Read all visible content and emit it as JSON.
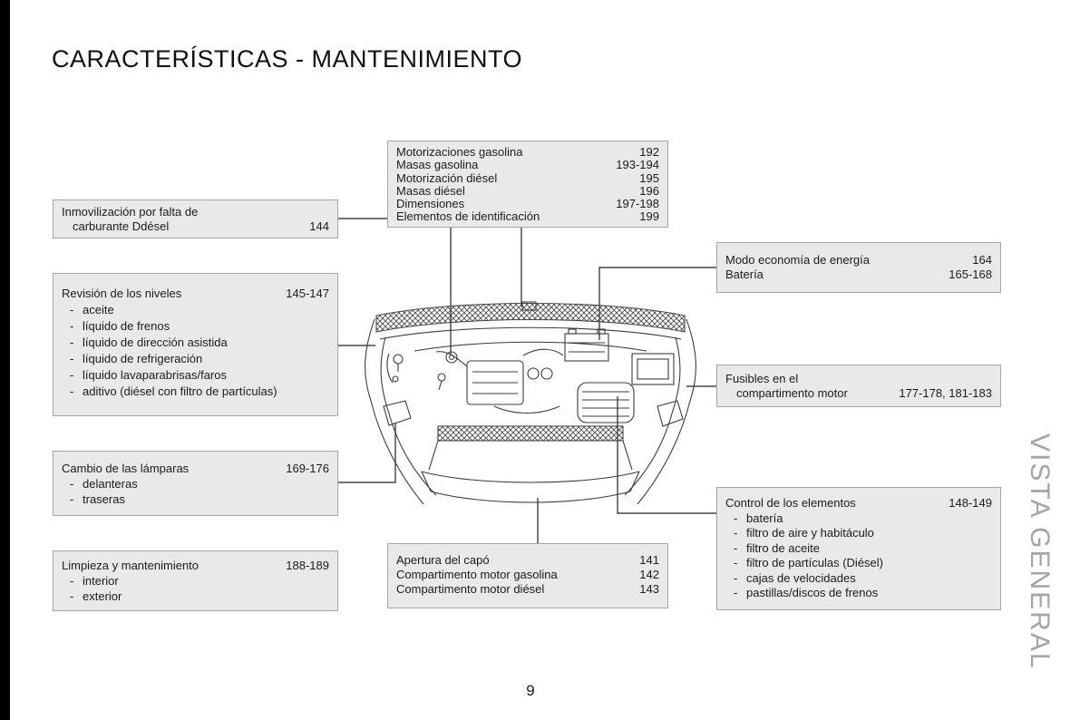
{
  "page": {
    "title": "CARACTERÍSTICAS - MANTENIMIENTO",
    "number": "9",
    "side_label": "VISTA GENERAL"
  },
  "colors": {
    "callout_background": "#e9e9e9",
    "callout_border": "#a6a6a6",
    "side_label_gray": "#a5a5a5",
    "spine_black": "#000000"
  },
  "boxes": {
    "specs": {
      "rows": [
        {
          "label": "Motorizaciones gasolina",
          "pages": "192"
        },
        {
          "label": "Masas gasolina",
          "pages": "193-194"
        },
        {
          "label": "Motorización diésel",
          "pages": "195"
        },
        {
          "label": "Masas diésel",
          "pages": "196"
        },
        {
          "label": "Dimensiones",
          "pages": "197-198"
        },
        {
          "label": "Elementos de identificación",
          "pages": "199"
        }
      ]
    },
    "immobilization": {
      "line1": "Inmovilización por falta de",
      "line2": "carburante Ddésel",
      "pages": "144"
    },
    "levels": {
      "title": "Revisión de los niveles",
      "pages": "145-147",
      "items": [
        "aceite",
        "líquido de frenos",
        "líquido de dirección asistida",
        "líquido de refrigeración",
        "líquido lavaparabrisas/faros",
        "aditivo (diésel con filtro de partículas)"
      ]
    },
    "lamps": {
      "title": "Cambio de las lámparas",
      "pages": "169-176",
      "items": [
        "delanteras",
        "traseras"
      ]
    },
    "cleaning": {
      "title": "Limpieza y mantenimiento",
      "pages": "188-189",
      "items": [
        "interior",
        "exterior"
      ]
    },
    "energy": {
      "rows": [
        {
          "label": "Modo economía de energía",
          "pages": "164"
        },
        {
          "label": "Batería",
          "pages": "165-168"
        }
      ]
    },
    "fuses": {
      "line1": "Fusibles en el",
      "line2": "compartimento motor",
      "pages": "177-178, 181-183"
    },
    "checks": {
      "title": "Control de los elementos",
      "pages": "148-149",
      "items": [
        "batería",
        "filtro de aire y habitáculo",
        "filtro de aceite",
        "filtro de partículas (Diésel)",
        "cajas de velocidades",
        "pastillas/discos de frenos"
      ]
    },
    "hood": {
      "rows": [
        {
          "label": "Apertura del capó",
          "pages": "141"
        },
        {
          "label": "Compartimento motor gasolina",
          "pages": "142"
        },
        {
          "label": "Compartimento motor diésel",
          "pages": "143"
        }
      ]
    }
  }
}
